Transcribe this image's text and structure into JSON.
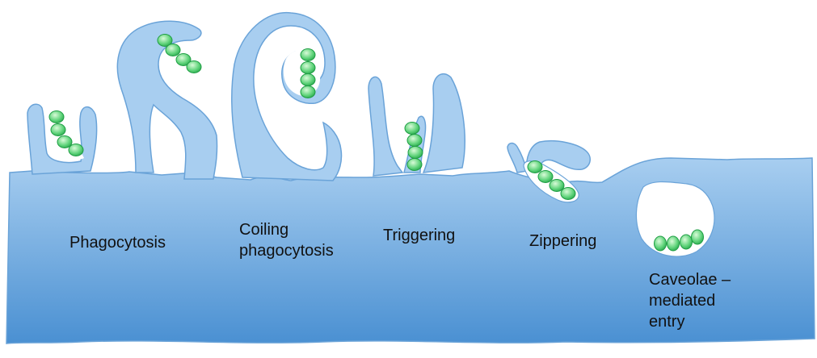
{
  "diagram": {
    "colors": {
      "membrane_top": "#a8cef0",
      "membrane_bottom": "#4a90d2",
      "outline": "#6aa3d8",
      "bacterium_light": "#c8f5c8",
      "bacterium_dark": "#22b24c",
      "pocket": "#ffffff"
    },
    "icons": {
      "bacterium": "green-ellipse-bacterium"
    },
    "labels": {
      "phagocytosis": "Phagocytosis",
      "coiling": "Coiling\nphagocytosis",
      "triggering": "Triggering",
      "zippering": "Zippering",
      "caveolae": "Caveolae –\nmediated\nentry"
    }
  }
}
